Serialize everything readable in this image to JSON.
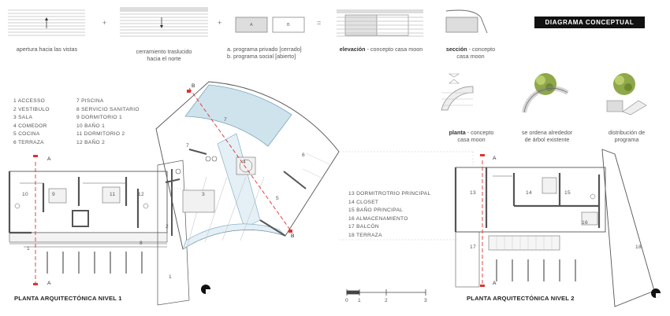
{
  "header": {
    "badge": "DIAGRAMA CONCEPTUAL",
    "operators": [
      "+",
      "+",
      "="
    ],
    "box_labels": [
      "A",
      "B"
    ],
    "captions": {
      "vistas": "apertura hacia las vistas",
      "cerramiento_1": "cerramiento traslucido",
      "cerramiento_2": "hacia el norte",
      "programa_a": "a. programa privado [cerrado]",
      "programa_b": "b. programa social [abierto]",
      "elevacion_bold": "elevación",
      "elevacion_rest": " - concepto casa moon",
      "seccion_bold": "sección",
      "seccion_rest": " - concepto",
      "seccion_2": "casa moon"
    }
  },
  "concept": {
    "planta_bold": "planta",
    "planta_rest": " - concepto",
    "planta_2": "casa moon",
    "ordena_1": "se ordena alrededor",
    "ordena_2": "de árbol existente",
    "distribucion_1": "distribución de",
    "distribucion_2": "programa"
  },
  "legend_level1": {
    "col1": [
      "1 ACCESSO",
      "2 VESTIBULO",
      "3 SALA",
      "4 COMEDOR",
      "5 COCINA",
      "6 TERRAZA"
    ],
    "col2": [
      "7 PISCINA",
      "8 SERVICIO SANITARIO",
      "9 DORMITORIO 1",
      "10 BAÑO 1",
      "11 DORMITORIO 2",
      "12 BAÑO 2"
    ]
  },
  "legend_level2": [
    "13 DORMITROTRIO PRINCIPAL",
    "14 CLOSET",
    "15 BAÑO PRINCIPAL",
    "16 ALMACENAMIENTO",
    "17 BALCÓN",
    "18 TERRAZA"
  ],
  "plan1": {
    "title": "PLANTA ARQUITECTÓNICA NIVEL 1",
    "room_numbers": [
      "1",
      "1",
      "2",
      "3",
      "4",
      "5",
      "6",
      "7",
      "7",
      "8",
      "9",
      "10",
      "11",
      "12"
    ],
    "section_marks": [
      "A",
      "A",
      "B",
      "B"
    ]
  },
  "plan2": {
    "title": "PLANTA ARQUITECTÓNICA  NIVEL 2",
    "room_numbers": [
      "13",
      "14",
      "15",
      "16",
      "17",
      "18"
    ],
    "section_marks": [
      "A",
      "A"
    ]
  },
  "scale": {
    "ticks": [
      "0",
      "1",
      "2",
      "3"
    ]
  }
}
